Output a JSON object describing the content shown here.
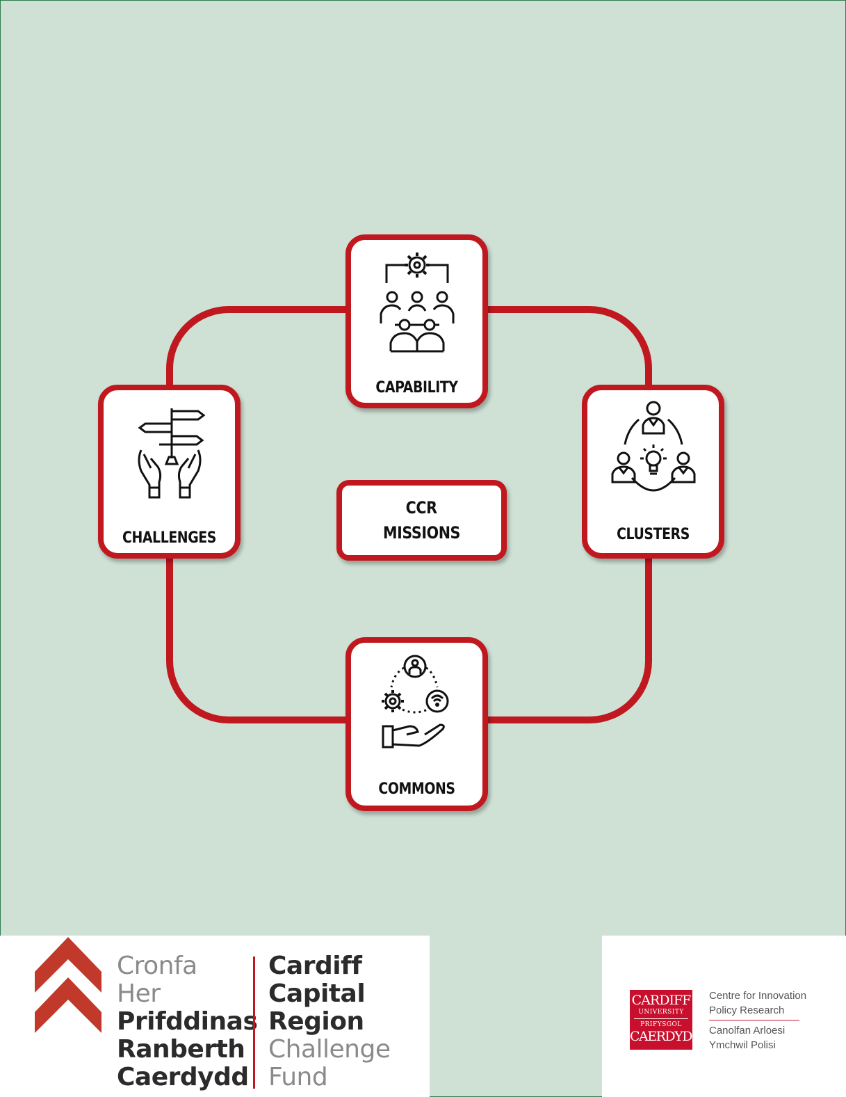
{
  "diagram": {
    "center": {
      "line1": "CCR",
      "line2": "MISSIONS"
    },
    "nodes": {
      "capability": {
        "label": "CAPABILITY",
        "icon": "team-gear-network-icon"
      },
      "challenges": {
        "label": "CHALLENGES",
        "icon": "signpost-hands-icon"
      },
      "clusters": {
        "label": "CLUSTERS",
        "icon": "people-idea-cluster-icon"
      },
      "commons": {
        "label": "COMMONS",
        "icon": "hand-shared-resources-icon"
      }
    },
    "colors": {
      "accent": "#c0181f",
      "background": "#cfe1d5"
    }
  },
  "footer": {
    "ccr_logo": {
      "welsh": [
        "Cronfa",
        "Her",
        "Prifddinas",
        "Ranberth",
        "Caerdydd"
      ],
      "english": [
        "Cardiff",
        "Capital",
        "Region",
        "Challenge",
        "Fund"
      ]
    },
    "cardiff_university": {
      "line1": "CARDIFF",
      "line2": "UNIVERSITY",
      "line3": "PRIFYSGOL",
      "line4": "CAERDYDD"
    },
    "cipr": {
      "line1": "Centre for Innovation",
      "line2": "Policy Research",
      "line3": "Canolfan Arloesi",
      "line4": "Ymchwil Polisi"
    }
  }
}
